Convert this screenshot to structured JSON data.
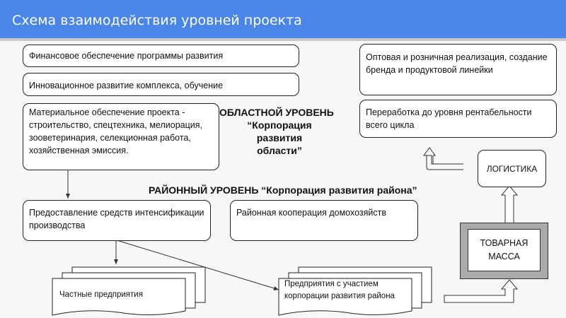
{
  "title": "Схема взаимодействия уровней проекта",
  "boxes": {
    "finance": "Финансовое обеспечение программы развития",
    "innovation": "Инновационное развитие комплекса, обучение",
    "wholesale": "Оптовая и розничная реализация, создание бренда и продуктовой линейки",
    "material": "Материальное обеспечение проекта - строительство, спецтехника, мелиорация, зооветеринария, селекционная работа, хозяйственная эмиссия.",
    "processing": "Переработка до уровня рентабельности всего цикла",
    "logistics": "ЛОГИСТИКА",
    "funds": "Предоставление средств интенсификации производства",
    "cooperation": "Районная кооперация домохозяйств",
    "goods": "ТОВАРНАЯ МАССА",
    "private": "Частные предприятия",
    "corp_enterprises": "Предприятия с участием корпорации развития района"
  },
  "levels": {
    "regional_1": "ОБЛАСТНОЙ УРОВЕНЬ",
    "regional_2": "“Корпорация развития области”",
    "district": "РАЙОННЫЙ УРОВЕНЬ “Корпорация развития района”"
  }
}
